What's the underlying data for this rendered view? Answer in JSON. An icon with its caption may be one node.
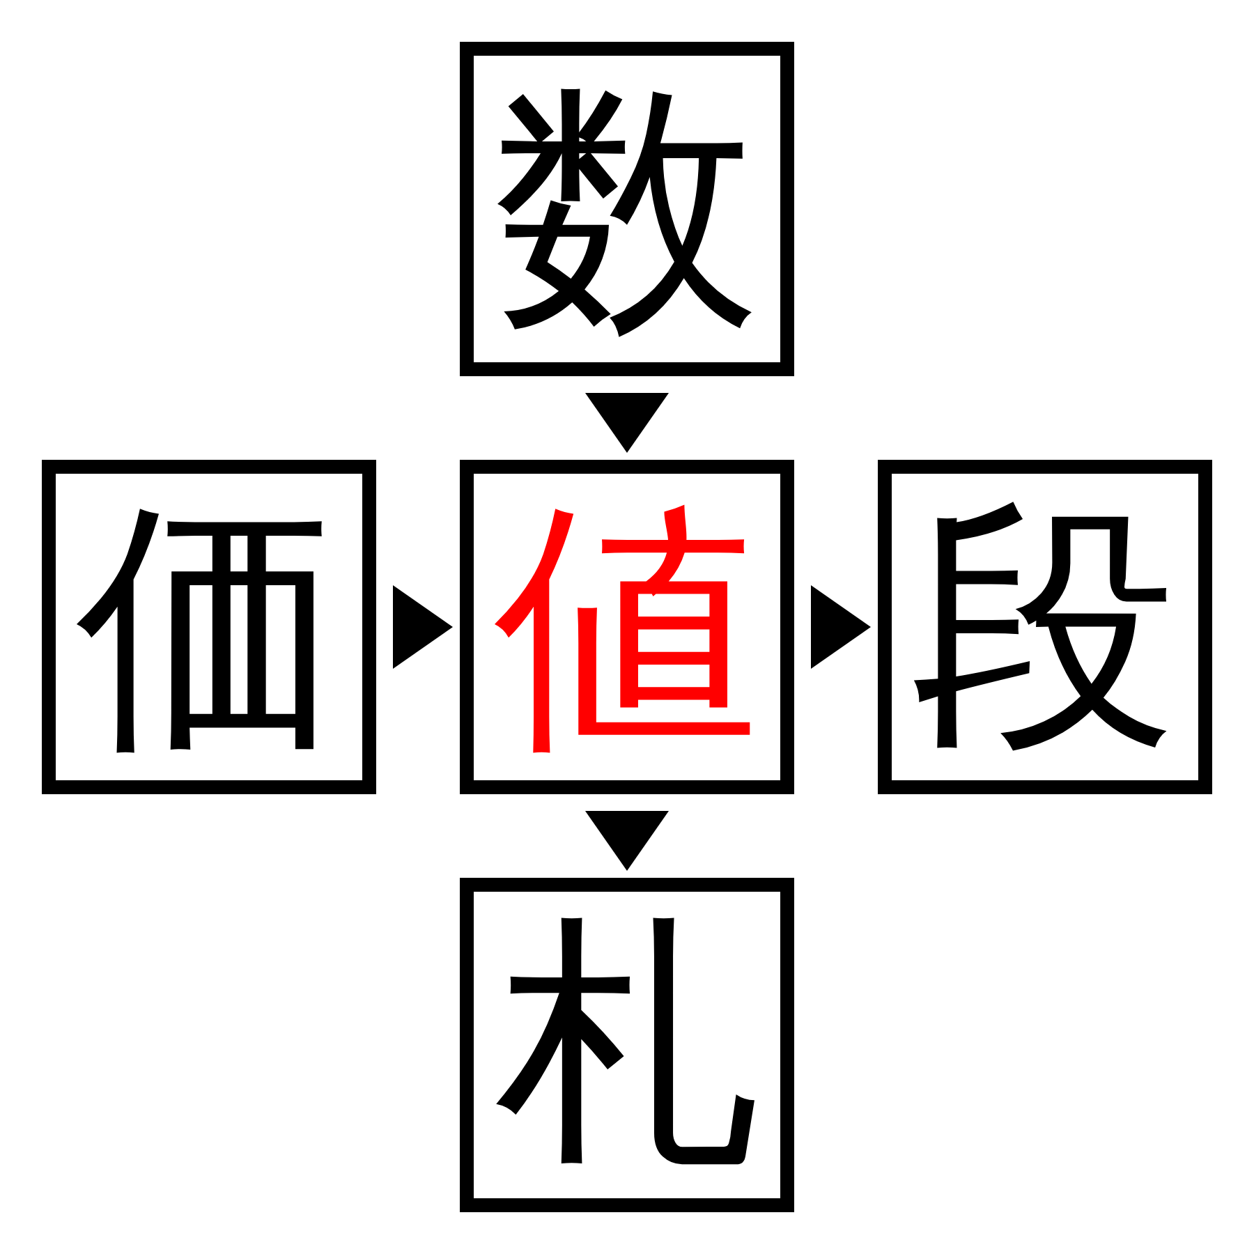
{
  "diagram": {
    "nodes": [
      {
        "text": [
          "数"
        ]
      },
      {
        "text": [
          "価"
        ]
      },
      {
        "text": [
          "値"
        ]
      },
      {
        "text": [
          "段"
        ]
      },
      {
        "text": [
          "札"
        ]
      }
    ],
    "edges": [
      {
        "from": 0,
        "to": 2,
        "arrow": "to"
      },
      {
        "from": 1,
        "to": 2,
        "arrow": "to"
      },
      {
        "from": 2,
        "to": 3,
        "arrow": "to"
      },
      {
        "from": 2,
        "to": 4,
        "arrow": "to"
      }
    ]
  }
}
